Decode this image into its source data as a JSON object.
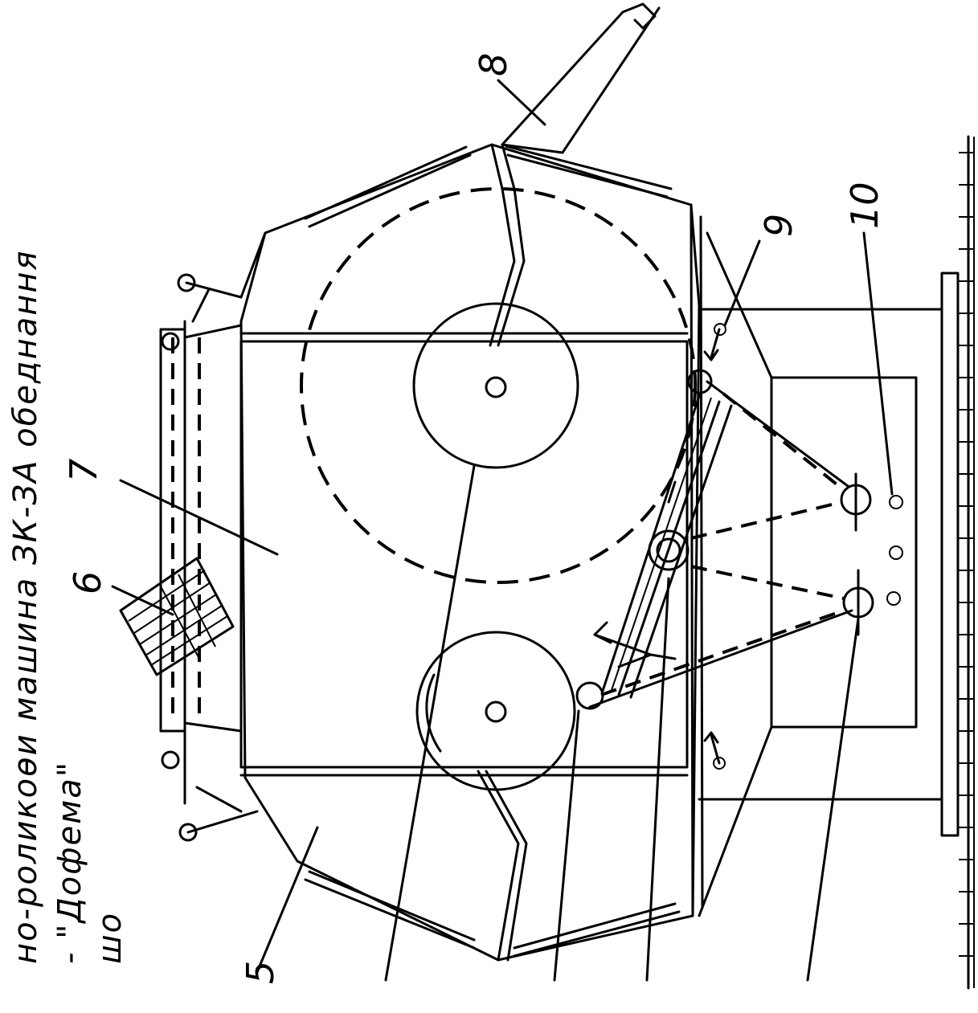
{
  "caption": {
    "line1": "но-роликоөи машина  ЗК-ЗА обеднання",
    "line2": "- \"Дофема\"",
    "line3": "шо"
  },
  "labels": {
    "l5": "5",
    "l6": "6",
    "l7": "7",
    "l8": "8",
    "l9": "9",
    "l10": "10"
  }
}
